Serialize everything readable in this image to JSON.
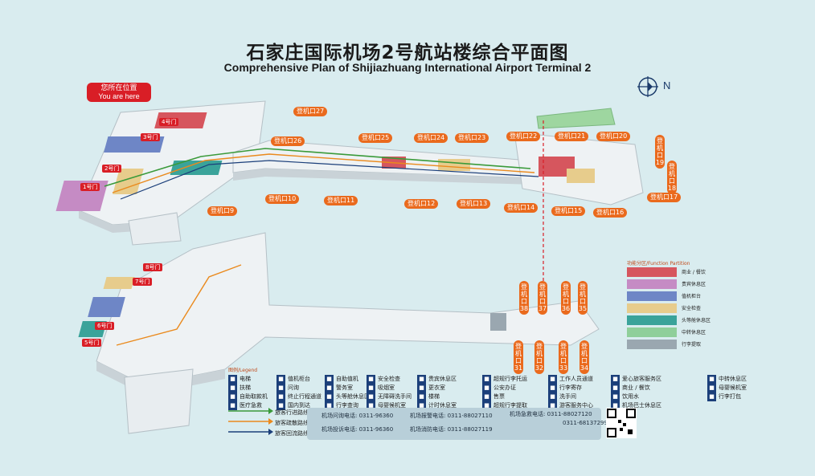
{
  "title_cn": "石家庄国际机场2号航站楼综合平面图",
  "title_en": "Comprehensive Plan of Shijiazhuang International Airport Terminal 2",
  "compass_label": "N",
  "you_are_here": {
    "cn": "您所在位置",
    "en": "You are here"
  },
  "doors": [
    "1号门",
    "2号门",
    "3号门",
    "4号门",
    "5号门",
    "6号门",
    "7号门",
    "8号门"
  ],
  "gates_upper": [
    "登机口27",
    "登机口26",
    "登机口25",
    "登机口24",
    "登机口23",
    "登机口22",
    "登机口21",
    "登机口20",
    "登机口19",
    "登机口18",
    "登机口17",
    "登机口16",
    "登机口15",
    "登机口14",
    "登机口13",
    "登机口12",
    "登机口11",
    "登机口10",
    "登机口9"
  ],
  "gates_lower": [
    "登机口38",
    "登机口37",
    "登机口36",
    "登机口35",
    "登机口31",
    "登机口32",
    "登机口33",
    "登机口34"
  ],
  "function_partition": {
    "title": "功能分区/Function Partition",
    "items": [
      {
        "label": "商业 / 餐饮",
        "color": "#d6565e"
      },
      {
        "label": "贵宾休息区",
        "color": "#c58bc4"
      },
      {
        "label": "值机柜台",
        "color": "#6e86c6"
      },
      {
        "label": "安全检查",
        "color": "#e7cc8c"
      },
      {
        "label": "头等舱休息区",
        "color": "#3aa39a"
      },
      {
        "label": "中转休息区",
        "color": "#8fcf9a"
      },
      {
        "label": "行李提取",
        "color": "#9aa7b0"
      }
    ]
  },
  "legend": {
    "title": "图例/Legend",
    "items": [
      "电梯",
      "值机柜台",
      "自助值机",
      "安全检查",
      "贵宾休息区",
      "超规行李托运",
      "工作人员通道",
      "爱心旅客服务区",
      "中转休息区",
      "扶梯",
      "问询",
      "警务室",
      "吸烟室",
      "更衣室",
      "公安办证",
      "行李寄存",
      "商业 / 餐饮",
      "母婴候机室",
      "自助取款机",
      "终止行程通道",
      "头等舱休息区",
      "无障碍洗手间",
      "楼梯",
      "售票",
      "洗手间",
      "饮用水",
      "行李打包",
      "医疗急救",
      "国内到达",
      "行李查询",
      "母婴候机室",
      "计时休息室",
      "超规行李提取",
      "游客服务中心",
      "机场巴士休息区"
    ]
  },
  "routes": [
    {
      "label": "旅客行进路线",
      "color": "#3a9a3a"
    },
    {
      "label": "旅客疏散路线",
      "color": "#ea8a1d"
    },
    {
      "label": "旅客回流路线",
      "color": "#1b3f7a"
    }
  ],
  "phones": [
    {
      "label": "机场问询电话:",
      "number": "0311-96360"
    },
    {
      "label": "机场报警电话:",
      "number": "0311-88027110"
    },
    {
      "label": "机场急救电话:",
      "number": "0311-88027120"
    },
    {
      "label": "机场投诉电话:",
      "number": "0311-96360"
    },
    {
      "label": "机场消防电话:",
      "number": "0311-88027119"
    },
    {
      "label": "",
      "number": "0311-68137299"
    }
  ]
}
